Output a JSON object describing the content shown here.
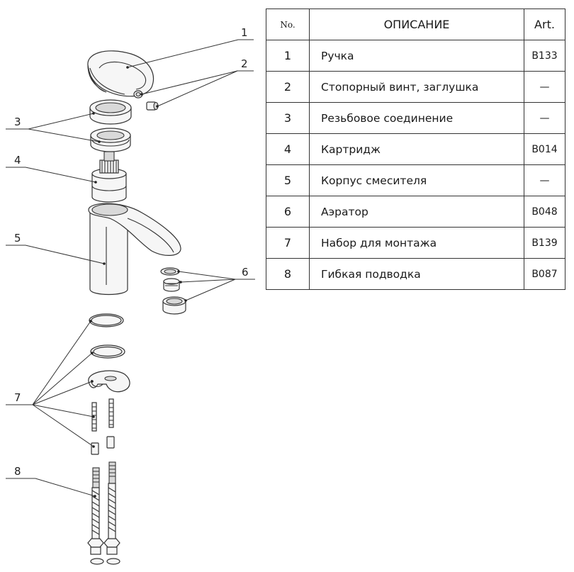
{
  "table": {
    "headers": {
      "no": "No.",
      "description": "ОПИСАНИЕ",
      "art": "Art."
    },
    "rows": [
      {
        "no": "1",
        "description": "Ручка",
        "art": "B133"
      },
      {
        "no": "2",
        "description": "Стопорный винт, заглушка",
        "art": "—"
      },
      {
        "no": "3",
        "description": "Резьбовое соединение",
        "art": "—"
      },
      {
        "no": "4",
        "description": "Картридж",
        "art": "B014"
      },
      {
        "no": "5",
        "description": "Корпус смесителя",
        "art": "—"
      },
      {
        "no": "6",
        "description": "Аэратор",
        "art": "B048"
      },
      {
        "no": "7",
        "description": "Набор для монтажа",
        "art": "B139"
      },
      {
        "no": "8",
        "description": "Гибкая подводка",
        "art": "B087"
      }
    ]
  },
  "callouts": [
    "1",
    "2",
    "3",
    "4",
    "5",
    "6",
    "7",
    "8"
  ]
}
